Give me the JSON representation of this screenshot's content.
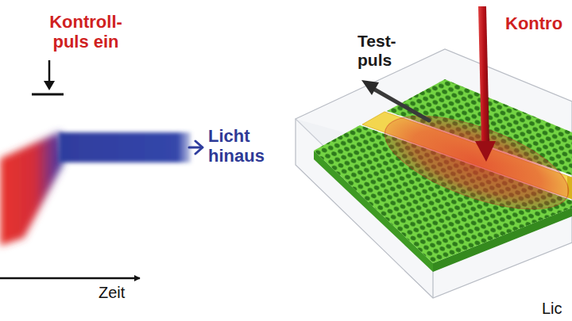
{
  "diagram": {
    "labels": [
      "Kontroll- puls ein",
      "Licht hinaus",
      "Zeit",
      "Test- puls",
      "Kontro",
      "Lic"
    ]
  }
}
